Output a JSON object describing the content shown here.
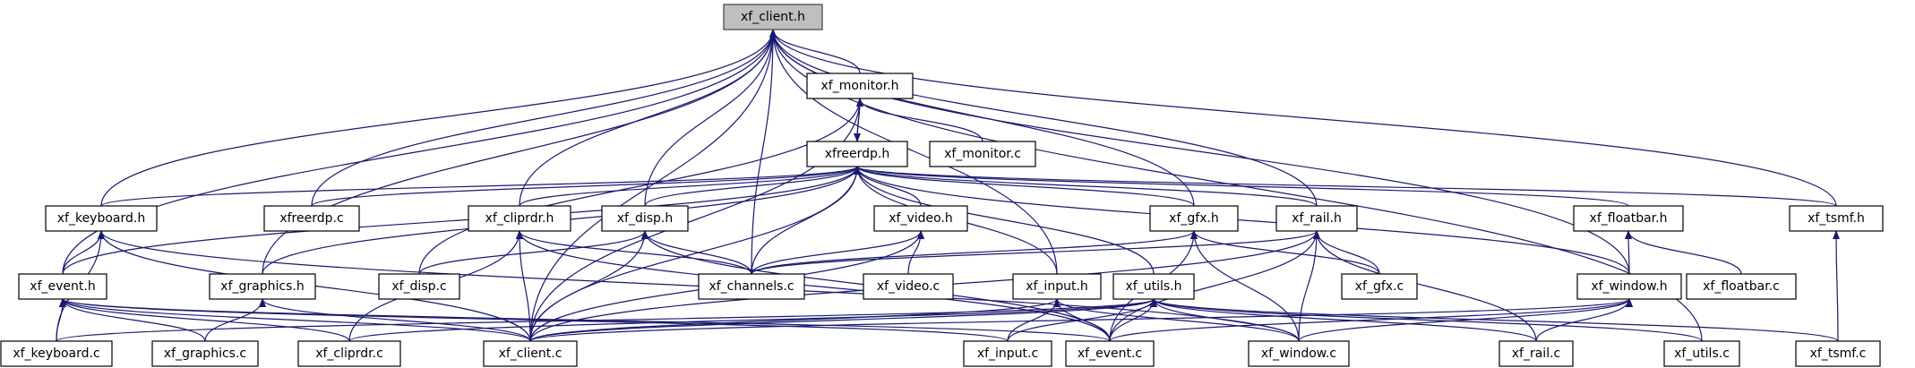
{
  "graph": {
    "type": "include-dependency-graph",
    "colors": {
      "edge": "#191970",
      "node_fill": "#ffffff",
      "root_fill": "#bfbfbf",
      "node_border": "#000000"
    },
    "nodes": [
      {
        "id": "xf_client_h",
        "label": "xf_client.h",
        "root": true
      },
      {
        "id": "xf_monitor_h",
        "label": "xf_monitor.h"
      },
      {
        "id": "xfreerdp_h",
        "label": "xfreerdp.h"
      },
      {
        "id": "xf_monitor_c",
        "label": "xf_monitor.c"
      },
      {
        "id": "xf_keyboard_h",
        "label": "xf_keyboard.h"
      },
      {
        "id": "xfreerdp_c",
        "label": "xfreerdp.c"
      },
      {
        "id": "xf_cliprdr_h",
        "label": "xf_cliprdr.h"
      },
      {
        "id": "xf_disp_h",
        "label": "xf_disp.h"
      },
      {
        "id": "xf_video_h",
        "label": "xf_video.h"
      },
      {
        "id": "xf_gfx_h",
        "label": "xf_gfx.h"
      },
      {
        "id": "xf_rail_h",
        "label": "xf_rail.h"
      },
      {
        "id": "xf_floatbar_h",
        "label": "xf_floatbar.h"
      },
      {
        "id": "xf_tsmf_h",
        "label": "xf_tsmf.h"
      },
      {
        "id": "xf_event_h",
        "label": "xf_event.h"
      },
      {
        "id": "xf_graphics_h",
        "label": "xf_graphics.h"
      },
      {
        "id": "xf_disp_c",
        "label": "xf_disp.c"
      },
      {
        "id": "xf_channels_c",
        "label": "xf_channels.c"
      },
      {
        "id": "xf_video_c",
        "label": "xf_video.c"
      },
      {
        "id": "xf_input_h",
        "label": "xf_input.h"
      },
      {
        "id": "xf_utils_h",
        "label": "xf_utils.h"
      },
      {
        "id": "xf_gfx_c",
        "label": "xf_gfx.c"
      },
      {
        "id": "xf_window_h",
        "label": "xf_window.h"
      },
      {
        "id": "xf_floatbar_c",
        "label": "xf_floatbar.c"
      },
      {
        "id": "xf_keyboard_c",
        "label": "xf_keyboard.c"
      },
      {
        "id": "xf_graphics_c",
        "label": "xf_graphics.c"
      },
      {
        "id": "xf_cliprdr_c",
        "label": "xf_cliprdr.c"
      },
      {
        "id": "xf_client_c",
        "label": "xf_client.c"
      },
      {
        "id": "xf_input_c",
        "label": "xf_input.c"
      },
      {
        "id": "xf_event_c",
        "label": "xf_event.c"
      },
      {
        "id": "xf_window_c",
        "label": "xf_window.c"
      },
      {
        "id": "xf_rail_c",
        "label": "xf_rail.c"
      },
      {
        "id": "xf_utils_c",
        "label": "xf_utils.c"
      },
      {
        "id": "xf_tsmf_c",
        "label": "xf_tsmf.c"
      }
    ],
    "edges": [
      [
        "xf_monitor_h",
        "xf_client_h"
      ],
      [
        "xfreerdp_h",
        "xf_monitor_h"
      ],
      [
        "xf_monitor_h",
        "xfreerdp_h"
      ],
      [
        "xf_monitor_c",
        "xf_monitor_h"
      ],
      [
        "xf_keyboard_h",
        "xf_client_h"
      ],
      [
        "xf_keyboard_h",
        "xfreerdp_h"
      ],
      [
        "xfreerdp_c",
        "xf_client_h"
      ],
      [
        "xfreerdp_c",
        "xfreerdp_h"
      ],
      [
        "xf_cliprdr_h",
        "xf_client_h"
      ],
      [
        "xf_cliprdr_h",
        "xfreerdp_h"
      ],
      [
        "xf_disp_h",
        "xf_client_h"
      ],
      [
        "xf_disp_h",
        "xfreerdp_h"
      ],
      [
        "xf_video_h",
        "xfreerdp_h"
      ],
      [
        "xf_gfx_h",
        "xf_client_h"
      ],
      [
        "xf_gfx_h",
        "xfreerdp_h"
      ],
      [
        "xf_rail_h",
        "xf_client_h"
      ],
      [
        "xf_rail_h",
        "xfreerdp_h"
      ],
      [
        "xf_floatbar_h",
        "xfreerdp_h"
      ],
      [
        "xf_tsmf_h",
        "xf_client_h"
      ],
      [
        "xf_tsmf_h",
        "xfreerdp_h"
      ],
      [
        "xf_event_h",
        "xf_client_h"
      ],
      [
        "xf_event_h",
        "xf_keyboard_h"
      ],
      [
        "xf_event_h",
        "xfreerdp_h"
      ],
      [
        "xf_graphics_h",
        "xf_client_h"
      ],
      [
        "xf_graphics_h",
        "xfreerdp_h"
      ],
      [
        "xf_disp_c",
        "xf_monitor_h"
      ],
      [
        "xf_disp_c",
        "xf_disp_h"
      ],
      [
        "xf_channels_c",
        "xf_client_h"
      ],
      [
        "xf_channels_c",
        "xfreerdp_h"
      ],
      [
        "xf_channels_c",
        "xf_cliprdr_h"
      ],
      [
        "xf_channels_c",
        "xf_disp_h"
      ],
      [
        "xf_channels_c",
        "xf_video_h"
      ],
      [
        "xf_channels_c",
        "xf_gfx_h"
      ],
      [
        "xf_channels_c",
        "xf_rail_h"
      ],
      [
        "xf_video_c",
        "xf_video_h"
      ],
      [
        "xf_input_h",
        "xf_client_h"
      ],
      [
        "xf_input_h",
        "xfreerdp_h"
      ],
      [
        "xf_utils_h",
        "xfreerdp_h"
      ],
      [
        "xf_gfx_c",
        "xf_gfx_h"
      ],
      [
        "xf_gfx_c",
        "xf_rail_h"
      ],
      [
        "xf_window_h",
        "xf_client_h"
      ],
      [
        "xf_window_h",
        "xfreerdp_h"
      ],
      [
        "xf_window_h",
        "xf_floatbar_h"
      ],
      [
        "xf_floatbar_c",
        "xf_floatbar_h"
      ],
      [
        "xf_keyboard_c",
        "xf_keyboard_h"
      ],
      [
        "xf_keyboard_c",
        "xf_event_h"
      ],
      [
        "xf_keyboard_c",
        "xf_utils_h"
      ],
      [
        "xf_graphics_c",
        "xf_event_h"
      ],
      [
        "xf_graphics_c",
        "xf_graphics_h"
      ],
      [
        "xf_cliprdr_c",
        "xf_event_h"
      ],
      [
        "xf_cliprdr_c",
        "xf_cliprdr_h"
      ],
      [
        "xf_cliprdr_c",
        "xf_utils_h"
      ],
      [
        "xf_client_c",
        "xf_monitor_h"
      ],
      [
        "xf_client_c",
        "xfreerdp_h"
      ],
      [
        "xf_client_c",
        "xf_client_h"
      ],
      [
        "xf_client_c",
        "xf_keyboard_h"
      ],
      [
        "xf_client_c",
        "xf_cliprdr_h"
      ],
      [
        "xf_client_c",
        "xf_disp_h"
      ],
      [
        "xf_client_c",
        "xf_video_h"
      ],
      [
        "xf_client_c",
        "xf_event_h"
      ],
      [
        "xf_client_c",
        "xf_graphics_h"
      ],
      [
        "xf_client_c",
        "xf_input_h"
      ],
      [
        "xf_client_c",
        "xf_utils_h"
      ],
      [
        "xf_client_c",
        "xf_rail_h"
      ],
      [
        "xf_client_c",
        "xf_window_h"
      ],
      [
        "xf_input_c",
        "xf_input_h"
      ],
      [
        "xf_input_c",
        "xf_event_h"
      ],
      [
        "xf_input_c",
        "xf_utils_h"
      ],
      [
        "xf_event_c",
        "xf_event_h"
      ],
      [
        "xf_event_c",
        "xf_input_h"
      ],
      [
        "xf_event_c",
        "xf_utils_h"
      ],
      [
        "xf_event_c",
        "xf_rail_h"
      ],
      [
        "xf_event_c",
        "xf_gfx_h"
      ],
      [
        "xf_event_c",
        "xf_window_h"
      ],
      [
        "xf_event_c",
        "xf_disp_h"
      ],
      [
        "xf_event_c",
        "xf_cliprdr_h"
      ],
      [
        "xf_window_c",
        "xf_utils_h"
      ],
      [
        "xf_window_c",
        "xf_rail_h"
      ],
      [
        "xf_window_c",
        "xf_gfx_h"
      ],
      [
        "xf_window_c",
        "xf_window_h"
      ],
      [
        "xf_window_c",
        "xf_input_h"
      ],
      [
        "xf_window_c",
        "xf_keyboard_h"
      ],
      [
        "xf_rail_c",
        "xf_rail_h"
      ],
      [
        "xf_rail_c",
        "xf_window_h"
      ],
      [
        "xf_rail_c",
        "xf_utils_h"
      ],
      [
        "xf_utils_c",
        "xf_utils_h"
      ],
      [
        "xf_utils_c",
        "xf_client_h"
      ],
      [
        "xf_tsmf_c",
        "xf_tsmf_h"
      ],
      [
        "xf_tsmf_c",
        "xf_utils_h"
      ]
    ]
  }
}
